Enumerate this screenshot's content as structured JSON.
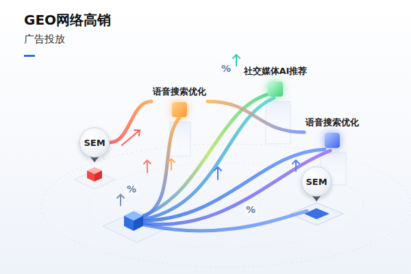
{
  "diagram": {
    "title": "GEO网络高销",
    "caption": "广告投放",
    "nodes": [
      {
        "text": [
          "SEM"
        ]
      },
      {
        "text": [
          "语音搜索优化"
        ]
      },
      {
        "text": [
          "社交媒体AI推荐"
        ]
      },
      {
        "text": [
          "语音搜索优化"
        ]
      },
      {
        "text": [
          "SEM"
        ]
      }
    ],
    "edges": [
      {
        "from": 0,
        "to": 1,
        "arrow": "none"
      },
      {
        "from": 1,
        "to": 3,
        "arrow": "none"
      }
    ],
    "labels": [
      "%",
      "%",
      "%"
    ]
  }
}
